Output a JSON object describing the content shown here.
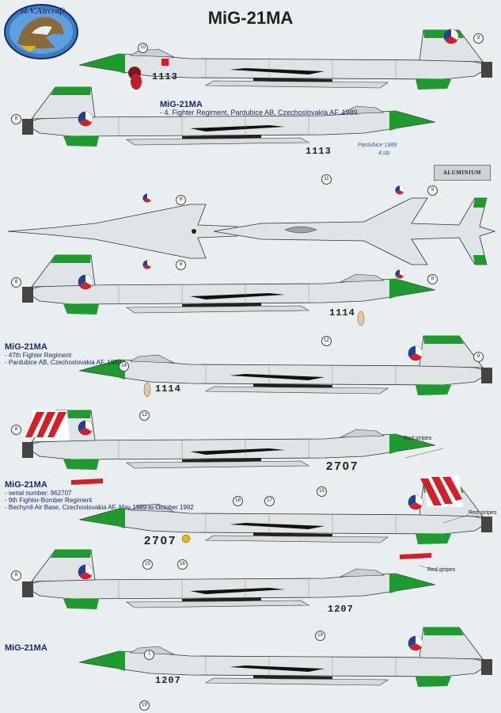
{
  "title": "MiG-21MA",
  "brand": "H.V.Aircraft",
  "aluminium_label": "ALUMINIUM",
  "captions": [
    {
      "head": "MiG-21MA",
      "lines": [
        "- 4. Fighter Regiment, Pardubice AB, Czechoslovakia AF, 1989."
      ]
    },
    {
      "head": "MiG-21MA",
      "lines": [
        "- 47th Fighter Regiment",
        "- Pardubice  AB, Czechoslovakia  AF, 1989."
      ]
    },
    {
      "head": "MiG-21MA",
      "lines": [
        "- serial number: 962707",
        "- 9th Fighter-Bomber Regiment",
        "- Bechyně Air Base, Czechoslovakia AF, May 1989 to October 1992"
      ]
    },
    {
      "head": "MiG-21MA",
      "lines": []
    }
  ],
  "tail_numbers": {
    "a": "1113",
    "b": "1113",
    "c": "1114",
    "d": "1114",
    "e": "2707",
    "f": "2707",
    "g": "1207",
    "h": "1207"
  },
  "nose_art_text": [
    "Pardubice 1989",
    "4.slp"
  ],
  "annotations": {
    "red_stripes_1": "Red stripes",
    "red_stripes_2": "Red stripes",
    "red_stripes_3": "Red stripes"
  },
  "callouts": {
    "c10": "10",
    "c9a": "9",
    "c8a": "8",
    "c11": "11",
    "c9b": "9",
    "c9c": "9",
    "c8b": "8",
    "c8c": "8",
    "c8d": "8",
    "c12": "12",
    "c14": "14",
    "c13": "13",
    "c8e": "8",
    "c9d": "9",
    "c15a": "15",
    "c18": "18",
    "c17": "17",
    "c15b": "15",
    "c16": "16",
    "c8f": "8",
    "c19a": "19",
    "c7": "7",
    "c19b": "19"
  },
  "colors": {
    "background": "#e9eef1",
    "airframe": "#dfe4e6",
    "green": "#1f9a2e",
    "roundel_red": "#d51f26",
    "roundel_blue": "#1f3f98",
    "stripe_red": "#d51f26",
    "dark": "#1a1a1a"
  }
}
